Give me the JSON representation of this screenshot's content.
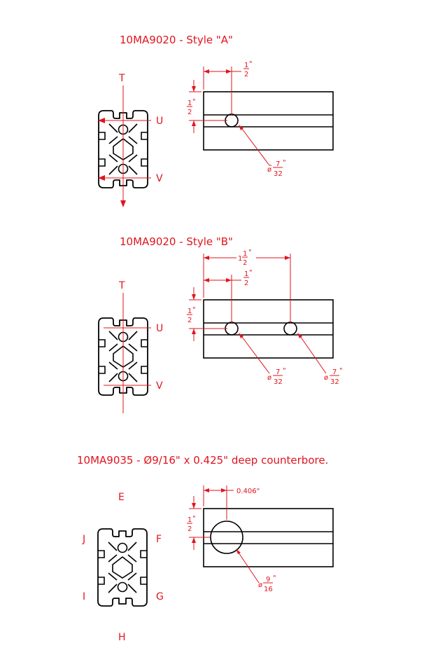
{
  "colors": {
    "annotation": "#e0141e",
    "outline": "#000000"
  },
  "sections": [
    {
      "title": "10MA9020 - Style \"A\"",
      "axis_labels": {
        "top": "T",
        "u": "U",
        "v": "V"
      },
      "dims": {
        "hole_offset_num": "1",
        "hole_offset_den": "2",
        "edge_offset_num": "1",
        "edge_offset_den": "2",
        "hole_dia_num": "7",
        "hole_dia_den": "32",
        "inch": "\"",
        "dia": "ø"
      }
    },
    {
      "title": "10MA9020 - Style \"B\"",
      "axis_labels": {
        "top": "T",
        "u": "U",
        "v": "V"
      },
      "dims": {
        "overall_whole": "1",
        "overall_num": "1",
        "overall_den": "2",
        "hole_offset_num": "1",
        "hole_offset_den": "2",
        "edge_offset_num": "1",
        "edge_offset_den": "2",
        "hole1_dia_num": "7",
        "hole1_dia_den": "32",
        "hole2_dia_num": "7",
        "hole2_dia_den": "32",
        "inch": "\"",
        "dia": "ø"
      }
    },
    {
      "title": "10MA9035 - Ø9/16\" x 0.425\" deep counterbore.",
      "axis_labels": {
        "e": "E",
        "f": "F",
        "g": "G",
        "h": "H",
        "i": "I",
        "j": "J"
      },
      "dims": {
        "hole_offset": "0.406\"",
        "edge_offset_num": "1",
        "edge_offset_den": "2",
        "cbore_dia_num": "9",
        "cbore_dia_den": "16",
        "inch": "\"",
        "dia": "ø"
      }
    }
  ]
}
